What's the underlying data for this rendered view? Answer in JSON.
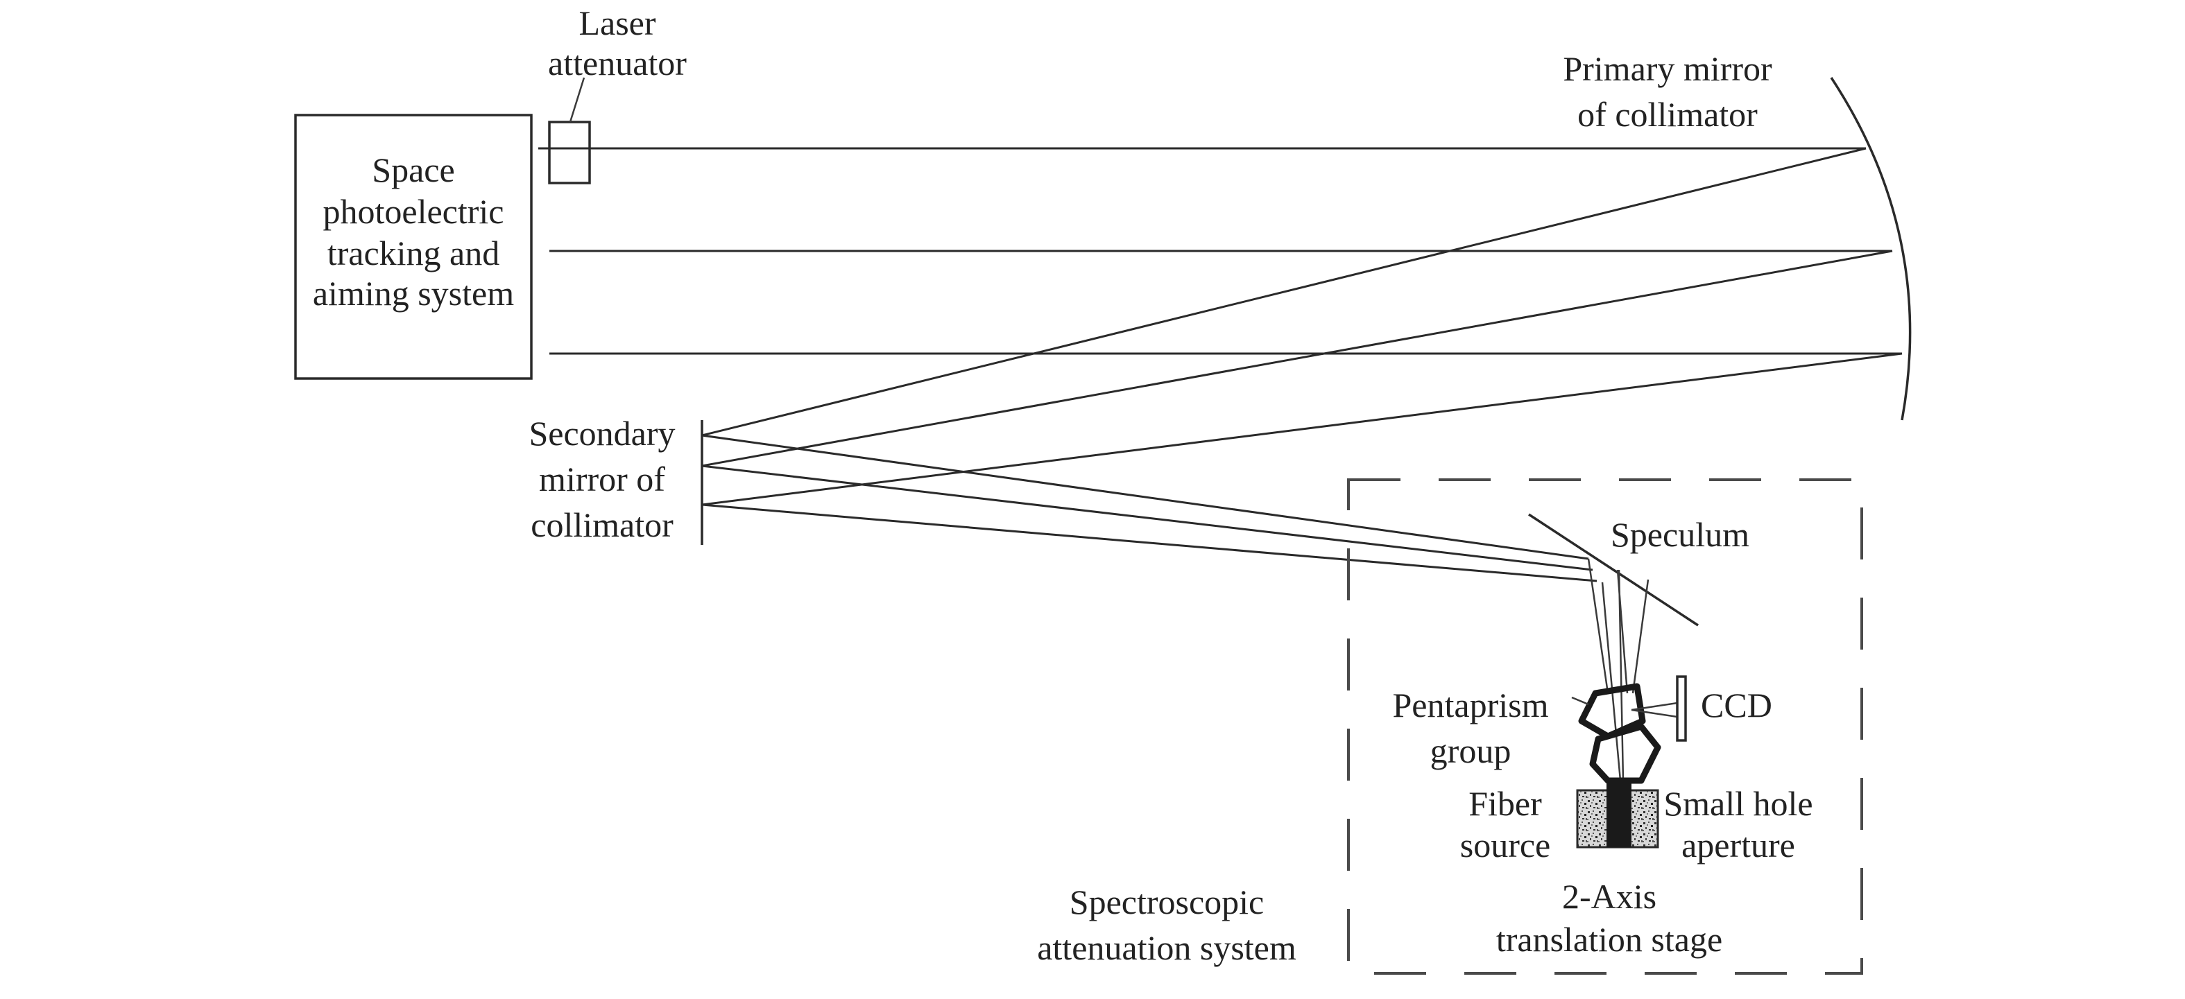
{
  "labels": {
    "laser_attenuator": [
      "Laser",
      "attenuator"
    ],
    "tracking_system": [
      "Space",
      "photoelectric",
      "tracking and",
      "aiming system"
    ],
    "primary_mirror": [
      "Primary mirror",
      "of collimator"
    ],
    "secondary_mirror": [
      "Secondary",
      "mirror of",
      "collimator"
    ],
    "speculum": "Speculum",
    "ccd": "CCD",
    "pentaprism_group": [
      "Pentaprism",
      "group"
    ],
    "fiber_source": [
      "Fiber",
      "source"
    ],
    "small_hole_aperture": [
      "Small hole",
      "aperture"
    ],
    "translation_stage": [
      "2-Axis",
      "translation stage"
    ],
    "spectroscopic_system": [
      "Spectroscopic",
      "attenuation system"
    ]
  },
  "colors": {
    "line": "#2a2a2a",
    "text": "#222222",
    "background": "#ffffff"
  }
}
